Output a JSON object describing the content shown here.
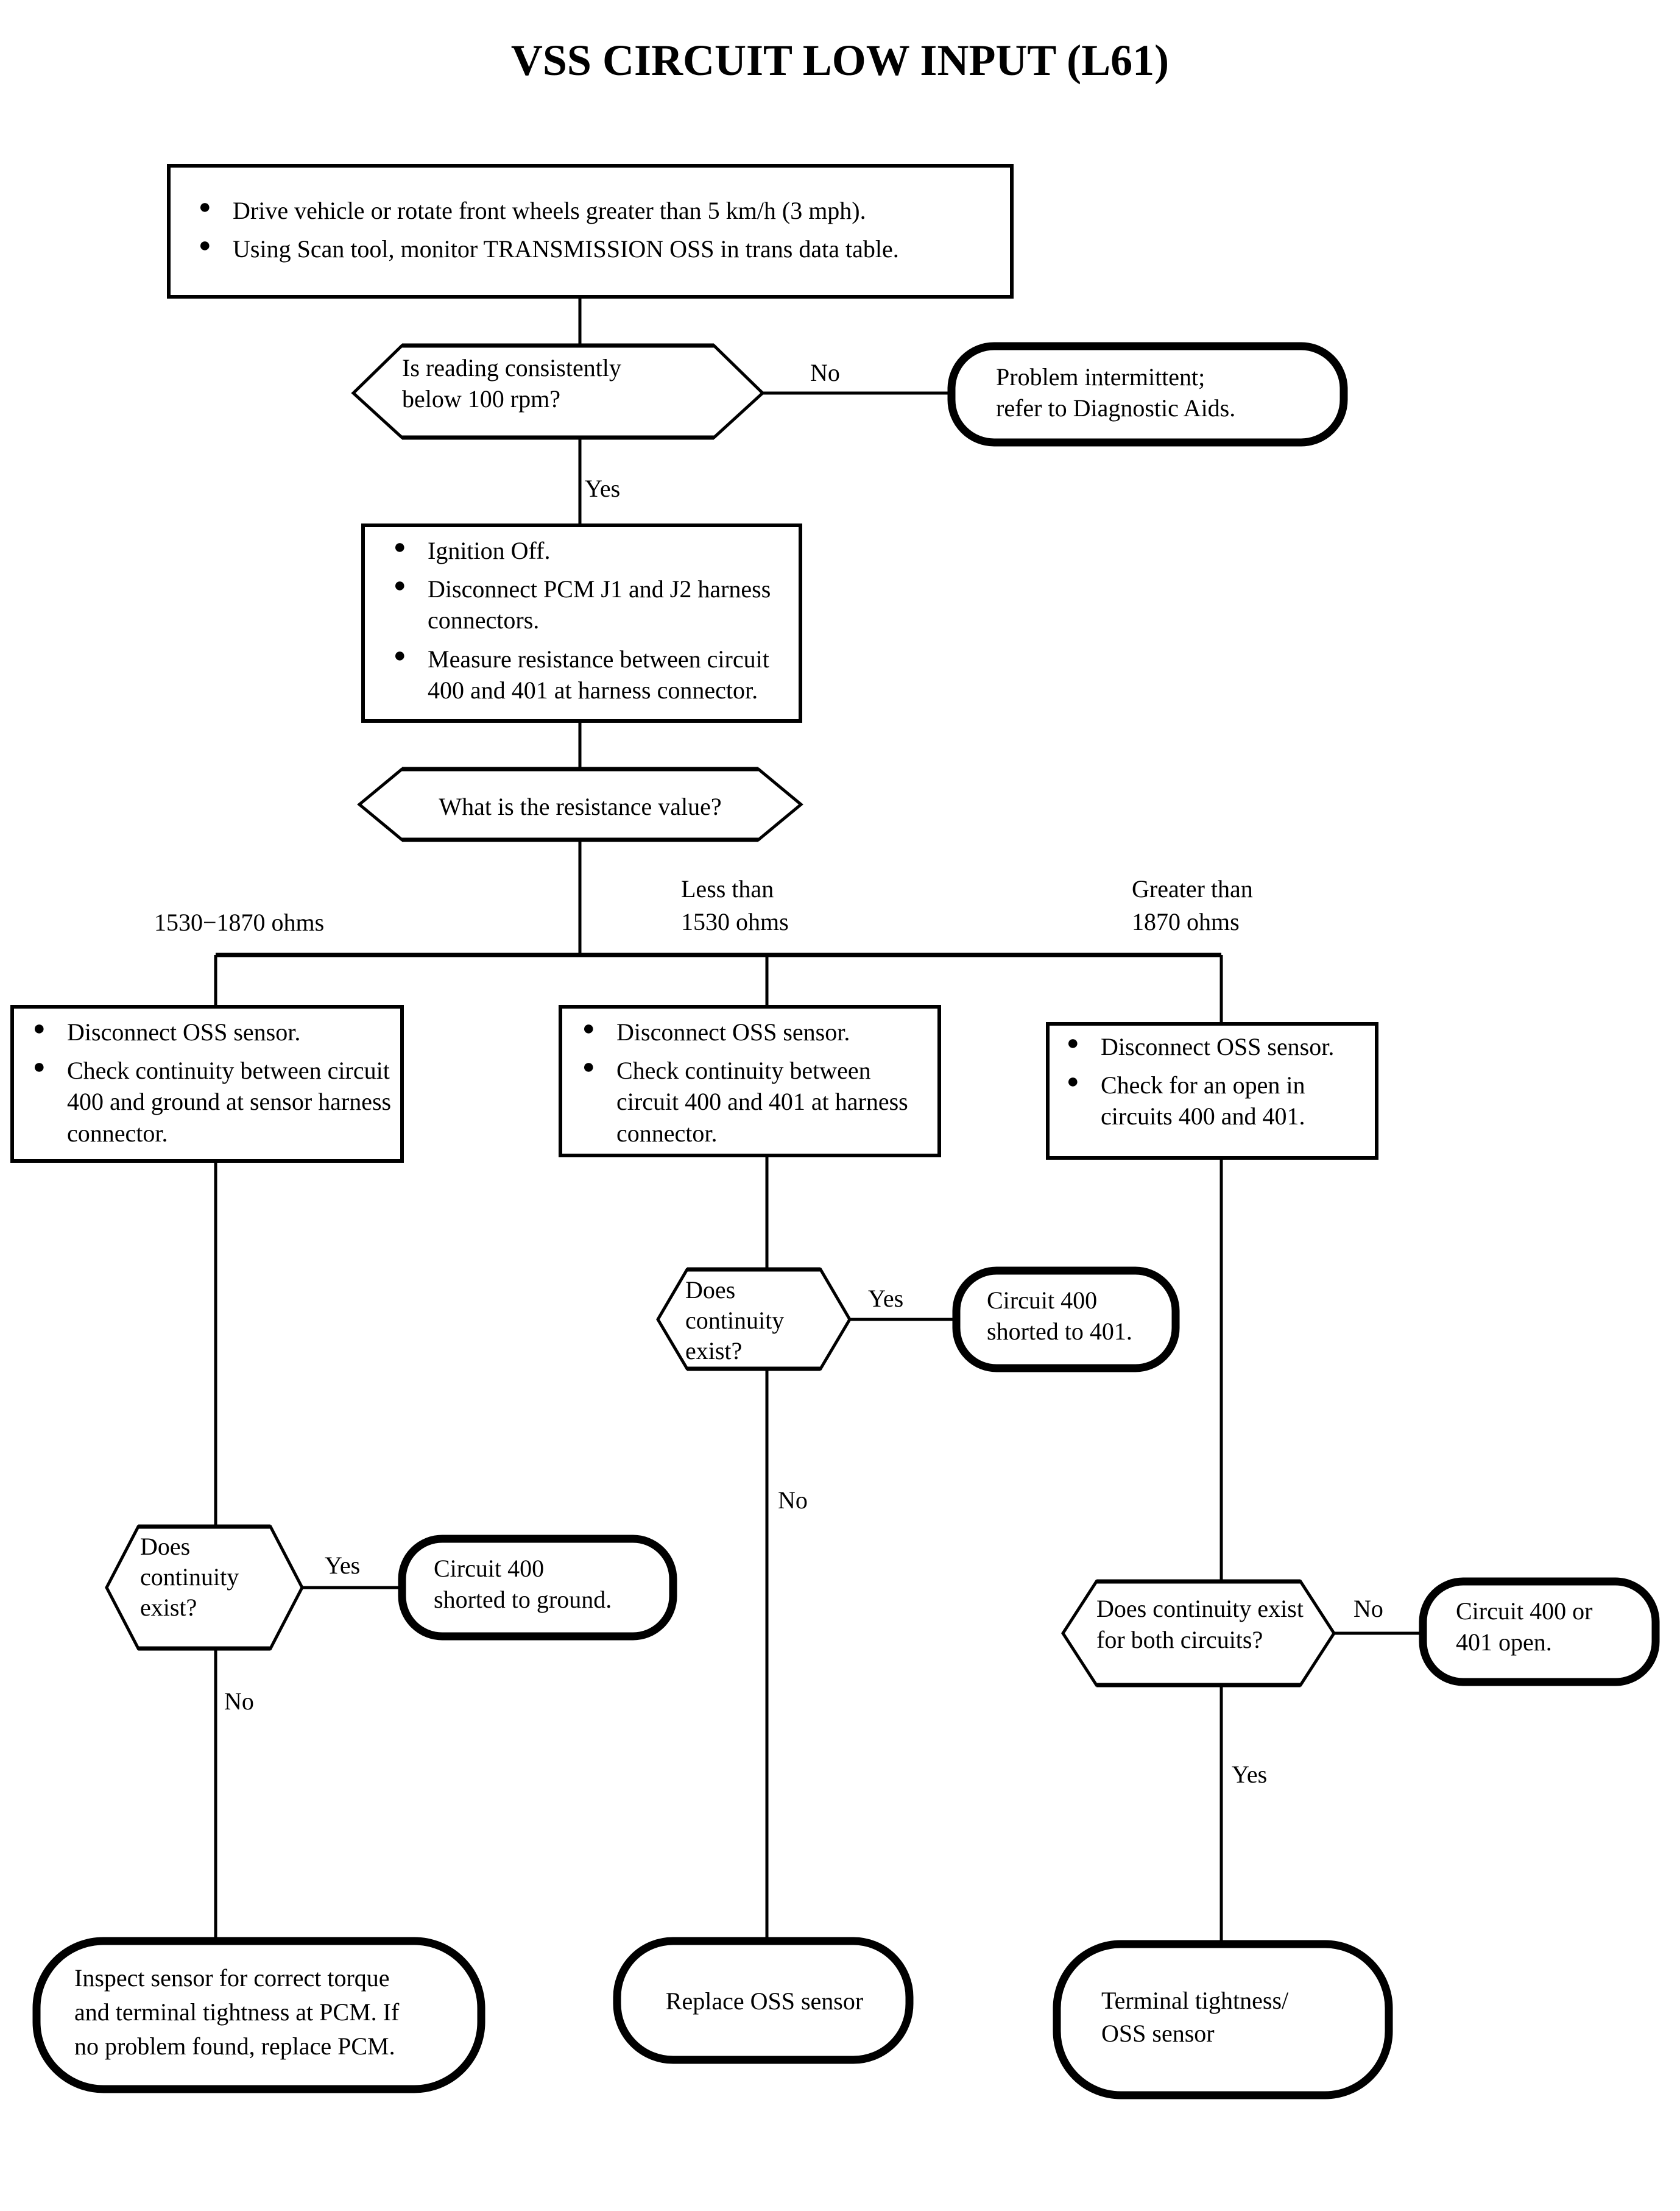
{
  "title": "VSS CIRCUIT LOW INPUT (L61)",
  "nodes": {
    "start_box": {
      "type": "process",
      "bullets": [
        "Drive vehicle or rotate front wheels greater than 5 km/h (3 mph).",
        "Using Scan tool, monitor  TRANSMISSION OSS in trans data table."
      ]
    },
    "decision_reading": {
      "type": "decision",
      "text": "Is reading consistently\nbelow 100 rpm?"
    },
    "terminal_intermittent": {
      "type": "terminal",
      "text": "Problem intermittent;\nrefer to Diagnostic Aids."
    },
    "measure_box": {
      "type": "process",
      "bullets": [
        "Ignition Off.",
        "Disconnect PCM J1 and J2 harness connectors.",
        "Measure resistance between circuit 400 and 401 at harness connector."
      ]
    },
    "decision_resistance": {
      "type": "decision",
      "text": "What is the resistance value?"
    },
    "left_check_box": {
      "type": "process",
      "bullets": [
        "Disconnect OSS sensor.",
        "Check continuity between circuit 400 and ground at sensor harness connector."
      ]
    },
    "mid_check_box": {
      "type": "process",
      "bullets": [
        "Disconnect OSS sensor.",
        "Check continuity between circuit 400 and 401 at harness connector."
      ]
    },
    "right_check_box": {
      "type": "process",
      "bullets": [
        "Disconnect OSS sensor.",
        "Check for an open in circuits 400 and 401."
      ]
    },
    "mid_decision": {
      "type": "decision",
      "text": "Does\ncontinuity\nexist?"
    },
    "terminal_shorted_401": {
      "type": "terminal",
      "text": "Circuit 400\nshorted to 401."
    },
    "left_decision": {
      "type": "decision",
      "text": "Does\ncontinuity\nexist?"
    },
    "terminal_shorted_ground": {
      "type": "terminal",
      "text": "Circuit 400\nshorted to ground."
    },
    "right_decision": {
      "type": "decision",
      "text": "Does continuity exist\nfor both circuits?"
    },
    "terminal_open": {
      "type": "terminal",
      "text": "Circuit 400 or\n401 open."
    },
    "terminal_inspect_pcm": {
      "type": "terminal",
      "text": "Inspect sensor for correct torque\nand terminal tightness at PCM. If\nno problem found, replace PCM."
    },
    "terminal_replace_oss": {
      "type": "terminal",
      "text": "Replace OSS sensor"
    },
    "terminal_terminal_tightness": {
      "type": "terminal",
      "text": "Terminal tightness/\nOSS sensor"
    }
  },
  "edge_labels": {
    "reading_no": "No",
    "reading_yes": "Yes",
    "branch_left": "1530−1870 ohms",
    "branch_mid": "Less than\n1530 ohms",
    "branch_right": "Greater than\n1870 ohms",
    "mid_yes": "Yes",
    "mid_no": "No",
    "left_yes": "Yes",
    "left_no": "No",
    "right_no": "No",
    "right_yes": "Yes"
  },
  "colors": {
    "line": "#000000",
    "fill": "#ffffff",
    "text": "#000000"
  }
}
